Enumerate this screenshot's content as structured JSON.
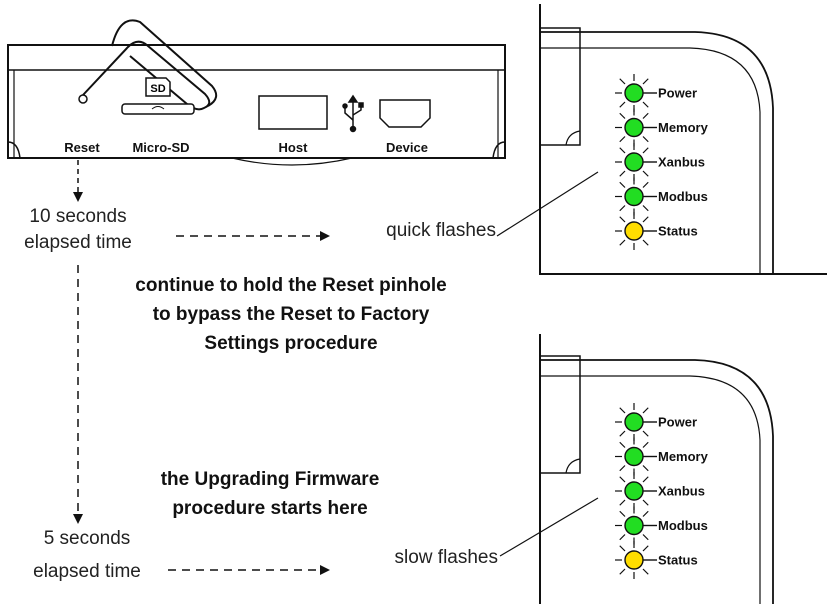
{
  "device_front": {
    "ports": [
      {
        "label": "Reset"
      },
      {
        "label": "Micro-SD"
      },
      {
        "label": "Host"
      },
      {
        "label": "Device"
      }
    ],
    "sd_logo": "SD",
    "usb_icon": "usb-icon"
  },
  "steps": {
    "first_time": "10 seconds",
    "first_time_suffix": "elapsed time",
    "first_result": "quick flashes",
    "instruction": [
      "continue to hold the Reset pinhole",
      "to bypass the Reset to Factory",
      "Settings procedure"
    ],
    "upgrade_note": [
      "the Upgrading Firmware",
      "procedure starts here"
    ],
    "second_time": "5 seconds",
    "second_time_suffix": "elapsed time",
    "second_result": "slow flashes"
  },
  "panels": [
    {
      "leds": [
        {
          "label": "Power",
          "color": "#22dd22"
        },
        {
          "label": "Memory",
          "color": "#22dd22"
        },
        {
          "label": "Xanbus",
          "color": "#22dd22"
        },
        {
          "label": "Modbus",
          "color": "#22dd22"
        },
        {
          "label": "Status",
          "color": "#ffdd00"
        }
      ]
    },
    {
      "leds": [
        {
          "label": "Power",
          "color": "#22dd22"
        },
        {
          "label": "Memory",
          "color": "#22dd22"
        },
        {
          "label": "Xanbus",
          "color": "#22dd22"
        },
        {
          "label": "Modbus",
          "color": "#22dd22"
        },
        {
          "label": "Status",
          "color": "#ffdd00"
        }
      ]
    }
  ]
}
